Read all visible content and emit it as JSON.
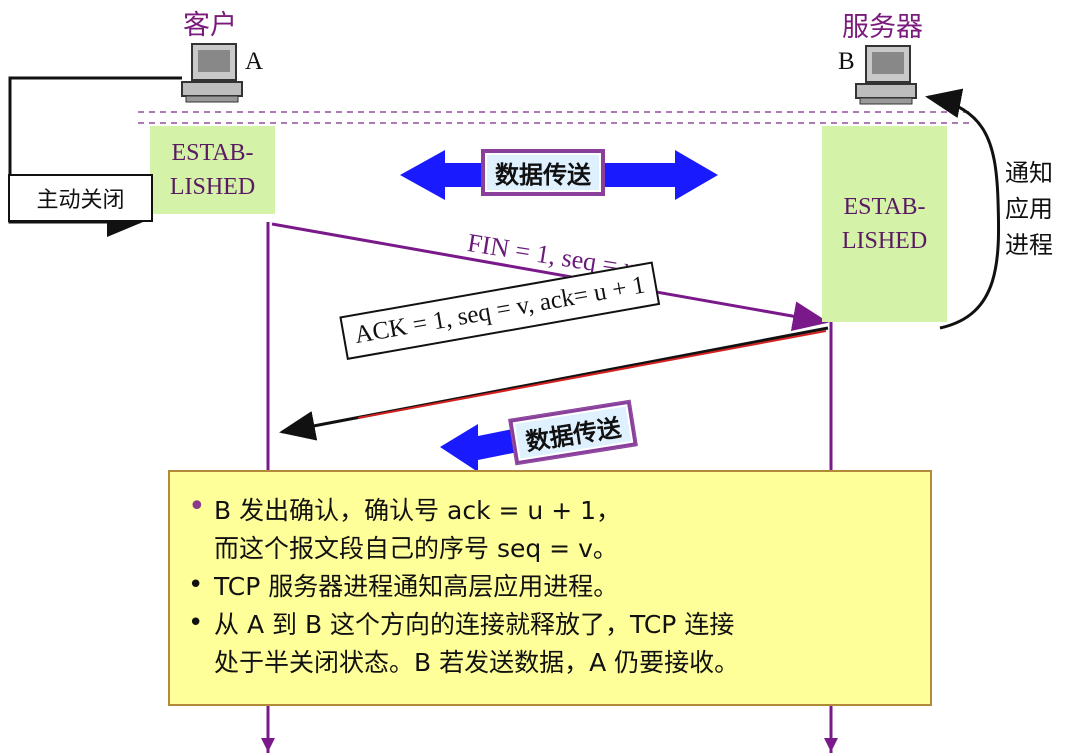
{
  "hosts": {
    "client": {
      "role": "客户",
      "letter": "A"
    },
    "server": {
      "role": "服务器",
      "letter": "B"
    }
  },
  "states": {
    "client": "ESTAB-\nLISHED",
    "server": "ESTAB-\nLISHED"
  },
  "labels": {
    "active_close": "主动关闭",
    "data_transfer_top": "数据传送",
    "data_transfer_bottom": "数据传送",
    "notify_app": "通知\n应用\n进程",
    "fin_message": "FIN = 1, seq = u",
    "ack_message": "ACK = 1, seq = v, ack= u + 1"
  },
  "note": {
    "items": [
      " B 发出确认，确认号 ack = u + 1，\n而这个报文段自己的序号 seq = v。",
      "TCP 服务器进程通知高层应用进程。",
      "从 A 到 B 这个方向的连接就释放了，TCP 连接\n处于半关闭状态。B 若发送数据，A 仍要接收。"
    ]
  },
  "colors": {
    "state_bg": "#d4f2a8",
    "role_text": "#7a1a7a",
    "arrow_purple": "#7a1a8a",
    "arrow_blue": "#1a1aff",
    "note_bg": "#ffff99",
    "tag_bg": "#dff0ff"
  },
  "icons": [
    "computer-icon-client",
    "computer-icon-server"
  ]
}
